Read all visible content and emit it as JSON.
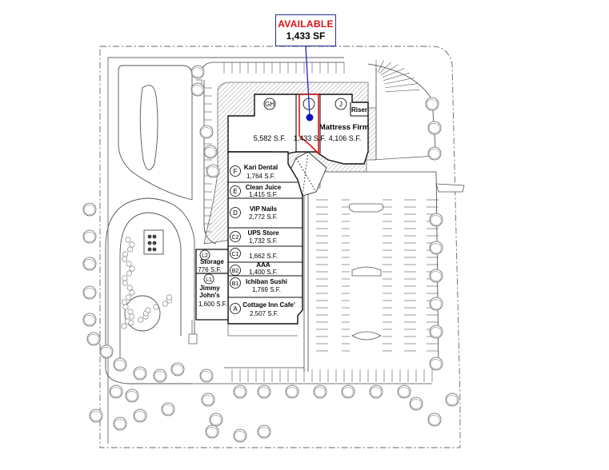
{
  "callout": {
    "status": "AVAILABLE",
    "size": "1,433 SF"
  },
  "colors": {
    "available_outline": "#e01010",
    "callout_border": "#1f2f8f",
    "pin": "#1010c0",
    "hatch": "#bbbbbb",
    "lines": "#444444"
  },
  "icons": {
    "pin": "location-pin-icon",
    "tree": "tree-icon"
  },
  "units": {
    "gh": {
      "code": "GH",
      "area": "5,582 S.F."
    },
    "i": {
      "code": "I",
      "area": "1,433 S.F."
    },
    "j": {
      "code": "J",
      "tenant": "Mattress Firm",
      "area": "4,106 S.F."
    },
    "riser": "Riser",
    "f": {
      "code": "F",
      "tenant": "Kari Dental",
      "area": "1,764 S.F."
    },
    "e": {
      "code": "E",
      "tenant": "Clean Juice",
      "area": "1,415 S.F."
    },
    "d": {
      "code": "D",
      "tenant": "VIP Nails",
      "area": "2,772 S.F."
    },
    "c2": {
      "code": "C2",
      "tenant": "UPS Store",
      "area": "1,732 S.F."
    },
    "c1": {
      "code": "C1",
      "area": "1,662 S.F."
    },
    "b2": {
      "code": "B2",
      "tenant": "AAA",
      "area": "1,400 S.F."
    },
    "b1": {
      "code": "B1",
      "tenant": "Ichiban Sushi",
      "area": "1,769 S.F."
    },
    "a": {
      "code": "A",
      "tenant": "Cottage Inn Cafe'",
      "area": "2,507 S.F."
    },
    "l2": {
      "code": "L2",
      "tenant": "Storage",
      "area": "776 S.F."
    },
    "l1": {
      "code": "L1",
      "tenant_line1": "Jimmy",
      "tenant_line2": "John's",
      "area": "1,600 S.F."
    }
  }
}
